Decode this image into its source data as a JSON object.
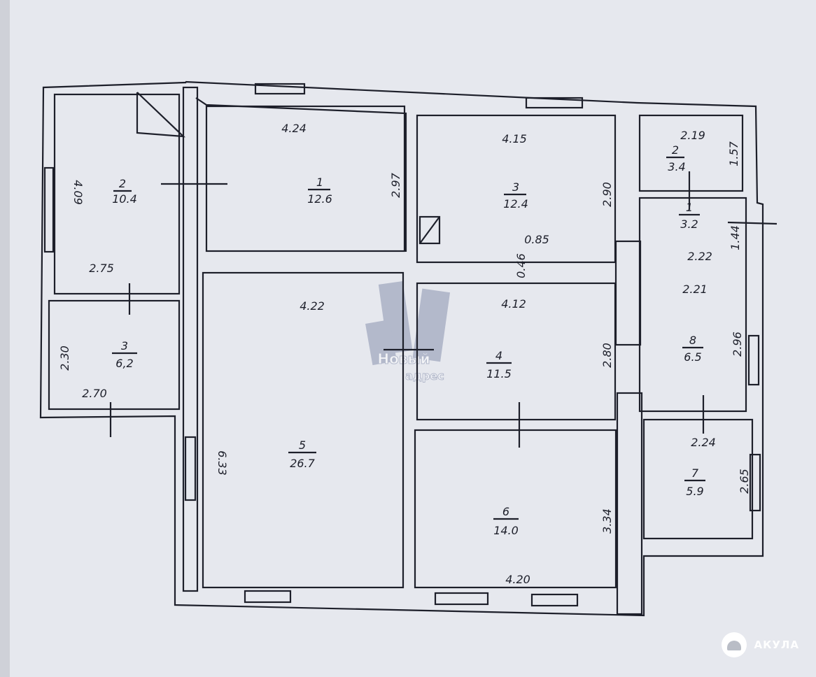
{
  "rooms": [
    {
      "num": "2",
      "area": "10.4"
    },
    {
      "num": "1",
      "area": "12.6"
    },
    {
      "num": "3",
      "area": "12.4"
    },
    {
      "num": "2",
      "area": "3.4"
    },
    {
      "num": "1",
      "area": "3.2"
    },
    {
      "num": "3",
      "area": "6,2"
    },
    {
      "num": "8",
      "area": "6.5"
    },
    {
      "num": "4",
      "area": "11.5"
    },
    {
      "num": "5",
      "area": "26.7"
    },
    {
      "num": "6",
      "area": "14.0"
    },
    {
      "num": "7",
      "area": "5.9"
    }
  ],
  "dims": [
    "4.24",
    "2.97",
    "4.15",
    "2.90",
    "2.19",
    "1.57",
    "4.09",
    "2.75",
    "0.85",
    "0.46",
    "2.22",
    "1.44",
    "4.22",
    "4.12",
    "2.21",
    "2.80",
    "2.96",
    "2.30",
    "2.70",
    "6.33",
    "2.24",
    "2.65",
    "3.34",
    "4.20"
  ],
  "watermark": {
    "text": "«Новый адрес»"
  },
  "logo": {
    "text": "АКУЛА"
  },
  "colors": {
    "paper": "#e6e8ee",
    "ink": "#1d1f2a",
    "watermark": "#8a93b0"
  }
}
